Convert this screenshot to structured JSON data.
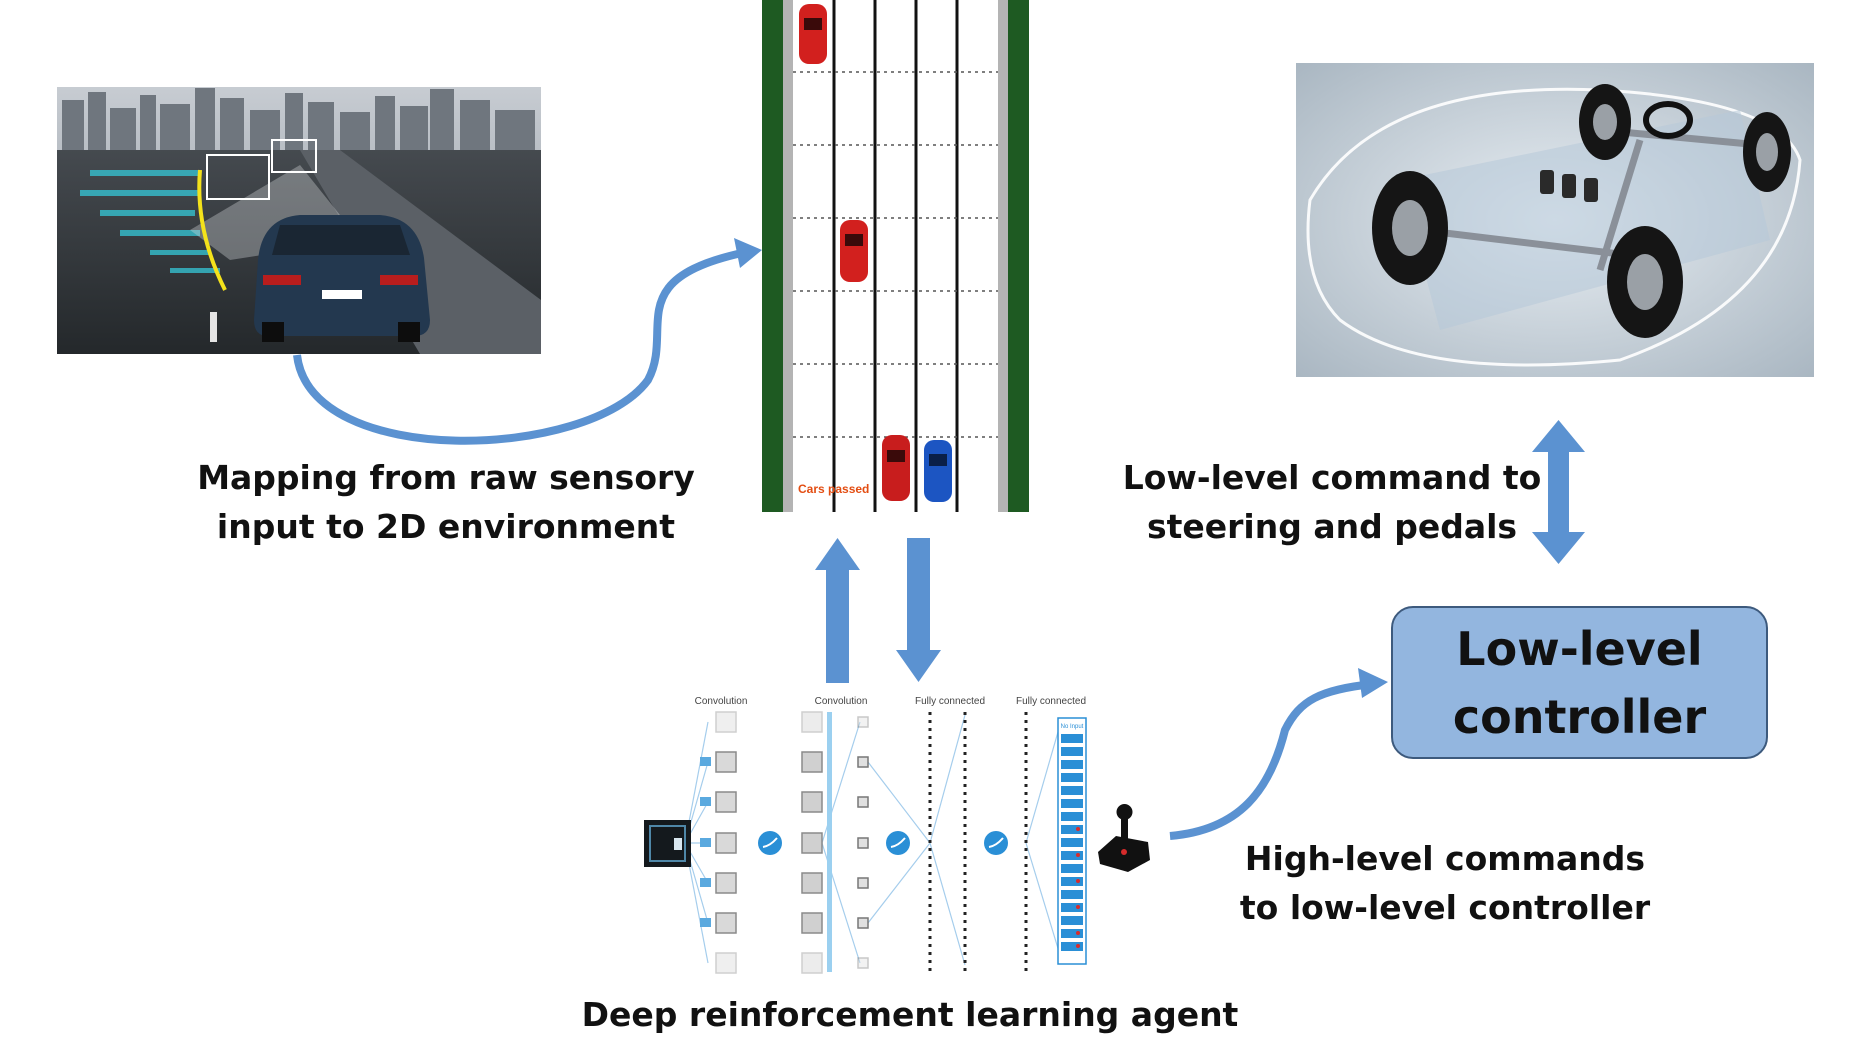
{
  "colors": {
    "arrow_blue": "#5b92d1",
    "controller_fill": "#93b6df",
    "road_green": "#1e5a22",
    "red_car": "#d2201e",
    "blue_car": "#1c55c2"
  },
  "captions": {
    "mapping": {
      "line1": "Mapping from raw sensory",
      "line2": "input to 2D environment"
    },
    "low_level_cmd": {
      "line1": "Low-level command to",
      "line2": "steering and pedals"
    },
    "high_level_cmd": {
      "line1": "High-level commands",
      "line2": "to low-level controller"
    },
    "agent": "Deep reinforcement learning agent"
  },
  "controller_box": {
    "line1": "Low-level",
    "line2": "controller"
  },
  "sim": {
    "overlay_text": "Cars passed"
  },
  "network": {
    "layer_labels": [
      "Convolution",
      "Convolution",
      "Fully connected",
      "Fully connected"
    ],
    "output_header": "No Input"
  },
  "icons": [
    "camera-scene-image",
    "chassis-image",
    "joystick-icon",
    "input-frame-icon"
  ]
}
